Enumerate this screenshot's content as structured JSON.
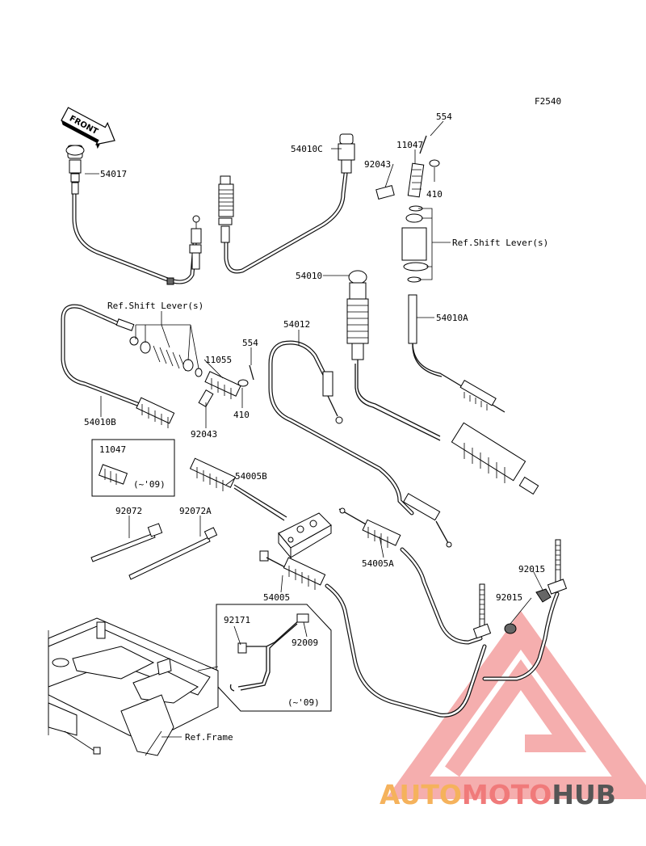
{
  "figure_code": "F2540",
  "front_label": "FRONT",
  "labels": {
    "p554_top": "554",
    "p11047_top": "11047",
    "p54010C": "54010C",
    "p92043_top": "92043",
    "p410_top": "410",
    "p54017": "54017",
    "ref_shift_right": "Ref.Shift Lever(s)",
    "p54010": "54010",
    "p54010A": "54010A",
    "ref_shift_left": "Ref.Shift Lever(s)",
    "p54012": "54012",
    "p554_mid": "554",
    "p11055": "11055",
    "p54010B": "54010B",
    "p410_mid": "410",
    "p92043_mid": "92043",
    "p11047_box": "11047",
    "p09_box1": "(~'09)",
    "p54005B": "54005B",
    "p92072": "92072",
    "p92072A": "92072A",
    "p54005A": "54005A",
    "p92015_a": "92015",
    "p92015_b": "92015",
    "p54005": "54005",
    "p92171": "92171",
    "p92009": "92009",
    "p09_box2": "(~'09)",
    "ref_frame": "Ref.Frame"
  },
  "watermark": {
    "part1": "AUTO",
    "part2": "MOTO",
    "part3": "HUB",
    "color1": "#f5b25c",
    "color2": "#f07a7a",
    "color3": "#555555"
  }
}
